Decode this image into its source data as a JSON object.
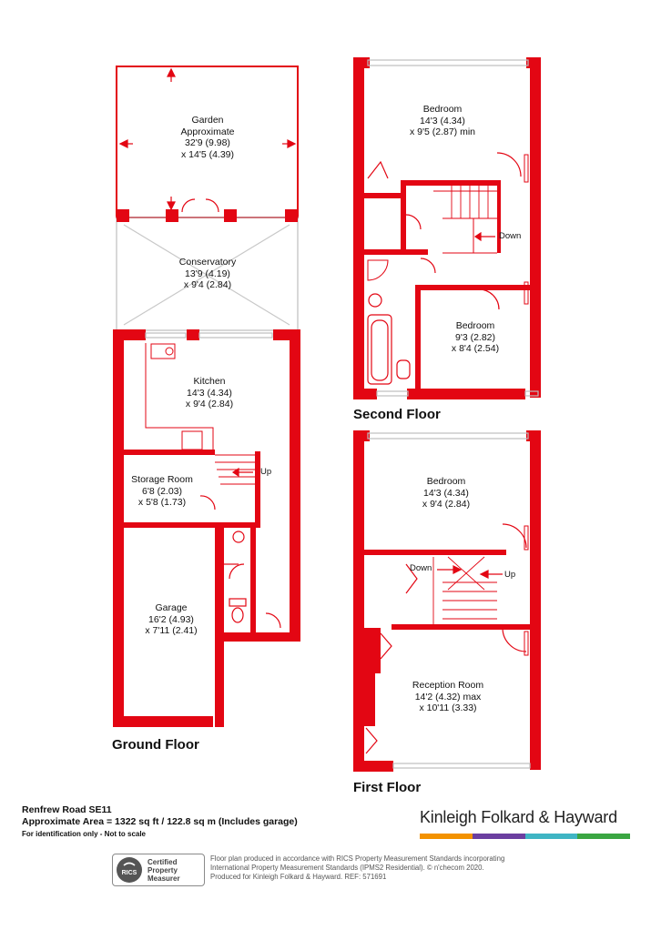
{
  "rooms": {
    "garden": {
      "line1": "Garden",
      "line2": "Approximate",
      "line3": "32'9 (9.98)",
      "line4": "x 14'5 (4.39)"
    },
    "conservatory": {
      "line1": "Conservatory",
      "line2": "13'9 (4.19)",
      "line3": "x 9'4 (2.84)"
    },
    "kitchen": {
      "line1": "Kitchen",
      "line2": "14'3 (4.34)",
      "line3": "x 9'4 (2.84)"
    },
    "storage": {
      "line1": "Storage Room",
      "line2": "6'8 (2.03)",
      "line3": "x 5'8 (1.73)"
    },
    "garage": {
      "line1": "Garage",
      "line2": "16'2 (4.93)",
      "line3": "x 7'11 (2.41)"
    },
    "second_bed1": {
      "line1": "Bedroom",
      "line2": "14'3 (4.34)",
      "line3": "x 9'5 (2.87) min"
    },
    "second_bed2": {
      "line1": "Bedroom",
      "line2": "9'3 (2.82)",
      "line3": "x 8'4 (2.54)"
    },
    "first_bed": {
      "line1": "Bedroom",
      "line2": "14'3 (4.34)",
      "line3": "x 9'4 (2.84)"
    },
    "reception": {
      "line1": "Reception Room",
      "line2": "14'2 (4.32) max",
      "line3": "x 10'11 (3.33)"
    }
  },
  "stair_labels": {
    "ground_up": "Up",
    "second_down": "Down",
    "first_down": "Down",
    "first_up": "Up"
  },
  "floors": {
    "ground": "Ground Floor",
    "second": "Second Floor",
    "first": "First Floor"
  },
  "footer": {
    "address": "Renfrew Road SE11",
    "area": "Approximate Area = 1322 sq ft / 122.8 sq m (Includes garage)",
    "note": "For identification only - Not to scale",
    "brand": "Kinleigh Folkard & Hayward",
    "brand_colors": [
      "#f39200",
      "#6b3fa0",
      "#3fb5c4",
      "#3aa642"
    ],
    "rics_logo_text": "RICS",
    "rics_badge": {
      "line1": "Certified",
      "line2": "Property",
      "line3": "Measurer"
    },
    "disclaimer": {
      "line1": "Floor plan produced in accordance with RICS Property Measurement Standards incorporating",
      "line2": "International Property Measurement Standards (IPMS2 Residential). © n'checom 2020.",
      "line3": "Produced for Kinleigh Folkard & Hayward.   REF: 571691"
    }
  },
  "colors": {
    "wall": "#e30613",
    "line": "#e30613",
    "glass": "#cfcfcf"
  }
}
